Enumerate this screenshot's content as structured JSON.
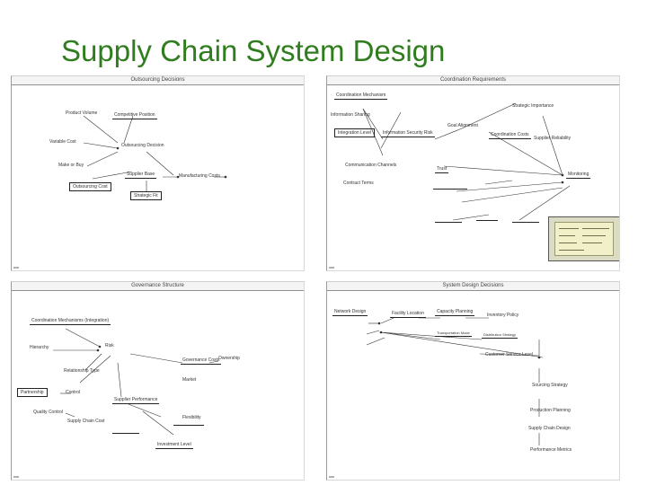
{
  "title": "Supply Chain System Design",
  "panels": {
    "tl": {
      "heading": "Outsourcing Decisions",
      "nodes": [
        "Product Volume",
        "Competitive Position",
        "Variable Cost",
        "Outsourcing Decision",
        "Make or Buy",
        "Outsourcing Cost",
        "Supplier Base",
        "Manufacturing Costs",
        "Strategic Fit"
      ]
    },
    "tr": {
      "heading": "Coordination Requirements",
      "nodes": [
        "Coordination Mechanism",
        "Information Sharing",
        "Integration Level",
        "Information Security Risk",
        "Goal Alignment",
        "Strategic Importance",
        "Coordination Costs",
        "Supplier Reliability",
        "Communication Channels",
        "Trust",
        "Contract Terms",
        "Monitoring"
      ]
    },
    "bl": {
      "heading": "Governance Structure",
      "nodes": [
        "Coordination Mechanisms (Integration)",
        "Hierarchy",
        "Risk",
        "Relationship Type",
        "Governance Costs",
        "Ownership",
        "Partnership",
        "Control",
        "Supplier Performance",
        "Market",
        "Quality Control",
        "Supply Chain Cost",
        "Investment Level",
        "Flexibility"
      ]
    },
    "br": {
      "heading": "System Design Decisions",
      "nodes": [
        "Network Design",
        "Facility Location",
        "Capacity Planning",
        "Inventory Policy",
        "Transportation Mode",
        "Distribution Strategy",
        "Customer Service Level",
        "Sourcing Strategy",
        "Production Planning",
        "Supply Chain Design",
        "Performance Metrics"
      ]
    }
  }
}
